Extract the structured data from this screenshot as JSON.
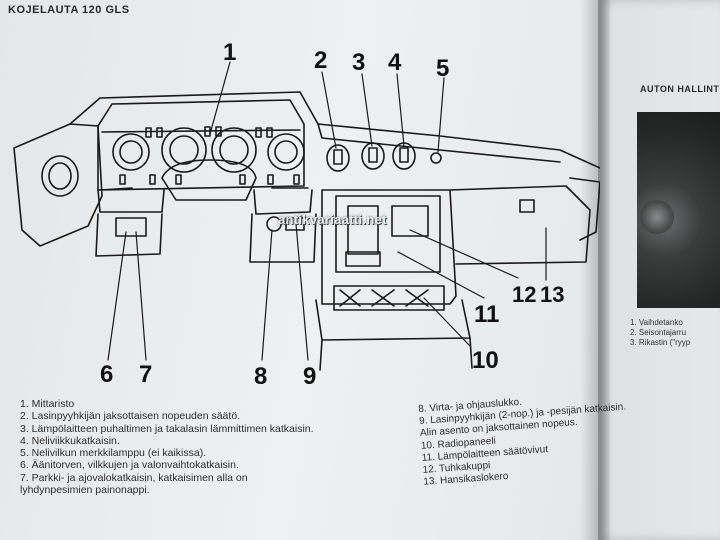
{
  "page": {
    "header": "KOJELAUTA 120 GLS",
    "right_header": "AUTON HALLINT"
  },
  "callouts": [
    "1",
    "2",
    "3",
    "4",
    "5",
    "6",
    "7",
    "8",
    "9",
    "10",
    "11",
    "12",
    "13"
  ],
  "legend_left": [
    "1.  Mittaristo",
    "2.  Lasinpyyhkijän jaksottaisen nopeuden säätö.",
    "3.  Lämpölaitteen puhaltimen ja takalasin lämmittimen katkaisin.",
    "4.  Neliviikkukatkaisin.",
    "5.  Nelivilkun merkkilamppu (ei kaikissa).",
    "6.  Äänitorven, vilkkujen ja valonvaihtokatkaisin.",
    "7.  Parkki- ja ajovalokatkaisin, katkaisimen alla on",
    "     lyhdynpesimien painonappi."
  ],
  "legend_right": [
    "8.   Virta- ja ohjauslukko.",
    "9.   Lasinpyyhkijän (2-nop.) ja -pesijän katkaisin.",
    "      Alin asento on jaksottainen nopeus.",
    "10. Radiopaneeli",
    "11. Lämpölaitteen säätövivut",
    "12. Tuhkakuppi",
    "13. Hansikaslokero"
  ],
  "right_page_list": [
    "1.  Vaihdetanko",
    "2.  Seisontajarru",
    "3.  Rikastin (\"ryyp"
  ],
  "watermark": "antikvariaatti.net"
}
